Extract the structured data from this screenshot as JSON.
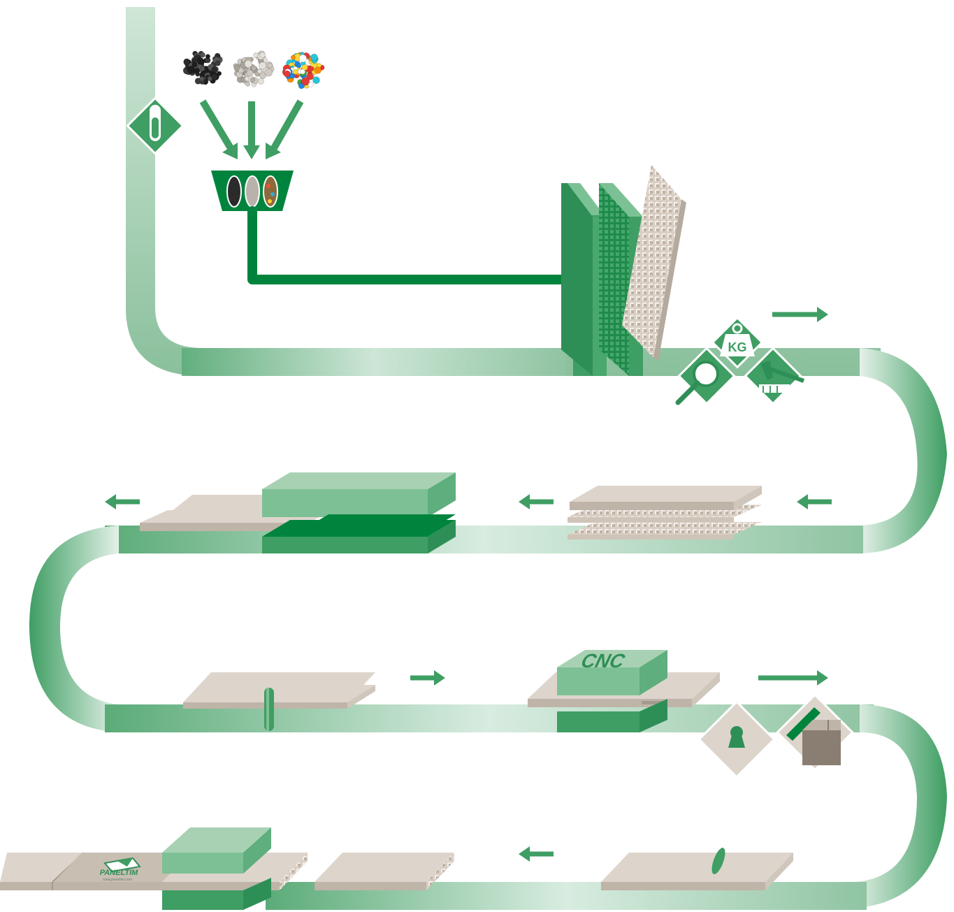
{
  "diagram": {
    "colors": {
      "green": "#3f9e63",
      "green_dark": "#00843d",
      "green_light": "#a6cfb2",
      "ribbon": "#c9e3d1",
      "panel": "#ddd5cc",
      "panel_dark": "#bfb4a8"
    },
    "raw_materials": [
      "black-granules-icon",
      "grey-granules-icon",
      "colored-granules-icon"
    ],
    "quality_icons": [
      "test-tube-icon",
      "magnifier-icon",
      "weight-kg-icon",
      "hammer-impact-icon",
      "keyhole-icon",
      "edge-profile-icon"
    ],
    "labels": {
      "weight_unit": "KG",
      "machining": "CNC",
      "brand": "PANELTIM",
      "brand_url": "www.paneltim.com"
    }
  }
}
